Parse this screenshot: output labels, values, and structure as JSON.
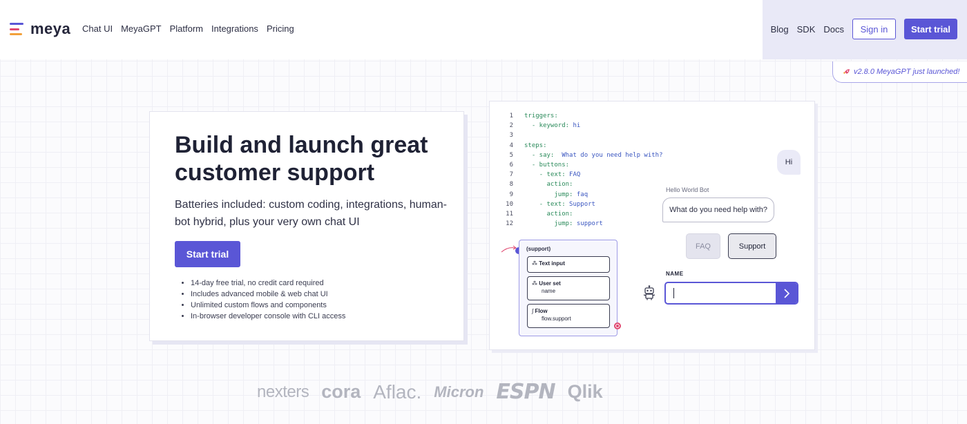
{
  "brand": {
    "name": "meya",
    "colors": [
      "#5a56d6",
      "#e04870",
      "#f2a03a"
    ]
  },
  "nav": {
    "links": [
      "Chat UI",
      "MeyaGPT",
      "Platform",
      "Integrations",
      "Pricing"
    ],
    "right_links": [
      "Blog",
      "SDK",
      "Docs"
    ],
    "sign_in": "Sign in",
    "start_trial": "Start trial"
  },
  "announcement": {
    "icon": "rocket-icon",
    "text": "v2.8.0 MeyaGPT just launched!"
  },
  "hero": {
    "title": "Build and launch great customer support",
    "subtitle": "Batteries included: custom coding, integrations, human-bot hybrid, plus your very own chat UI",
    "cta": "Start trial",
    "features": [
      "14-day free trial, no credit card required",
      "Includes advanced mobile & web chat UI",
      "Unlimited custom flows and components",
      "In-browser developer console with CLI access"
    ]
  },
  "demo": {
    "code_lines": [
      {
        "n": "1",
        "indent": "",
        "key": "triggers:",
        "val": ""
      },
      {
        "n": "2",
        "indent": "  ",
        "key": "- keyword:",
        "val": " hi"
      },
      {
        "n": "3",
        "indent": "",
        "key": "",
        "val": ""
      },
      {
        "n": "4",
        "indent": "",
        "key": "steps:",
        "val": ""
      },
      {
        "n": "5",
        "indent": "  ",
        "key": "- say:",
        "val": "  What do you need help with?"
      },
      {
        "n": "6",
        "indent": "  ",
        "key": "- buttons:",
        "val": ""
      },
      {
        "n": "7",
        "indent": "    ",
        "key": "- text:",
        "val": " FAQ"
      },
      {
        "n": "8",
        "indent": "      ",
        "key": "action:",
        "val": ""
      },
      {
        "n": "9",
        "indent": "        ",
        "key": "jump:",
        "val": " faq"
      },
      {
        "n": "10",
        "indent": "    ",
        "key": "- text:",
        "val": " Support"
      },
      {
        "n": "11",
        "indent": "      ",
        "key": "action:",
        "val": ""
      },
      {
        "n": "12",
        "indent": "        ",
        "key": "jump:",
        "val": " support"
      }
    ],
    "flow": {
      "header": "(support)",
      "items": [
        {
          "icon": "component-icon",
          "title": "Text input",
          "sub": ""
        },
        {
          "icon": "component-icon",
          "title": "User set",
          "sub": "name"
        },
        {
          "icon": "flow-icon",
          "title": "Flow",
          "sub": "flow.support"
        }
      ]
    },
    "chat": {
      "user_message": "Hi",
      "bot_name": "Hello World Bot",
      "bot_message": "What do you need help with?",
      "quick_replies": [
        "FAQ",
        "Support"
      ],
      "field_label": "NAME",
      "field_value": ""
    }
  },
  "customer_logos": [
    "nexters",
    "cora",
    "Aflac.",
    "Micron",
    "ESPN",
    "Qlik"
  ]
}
